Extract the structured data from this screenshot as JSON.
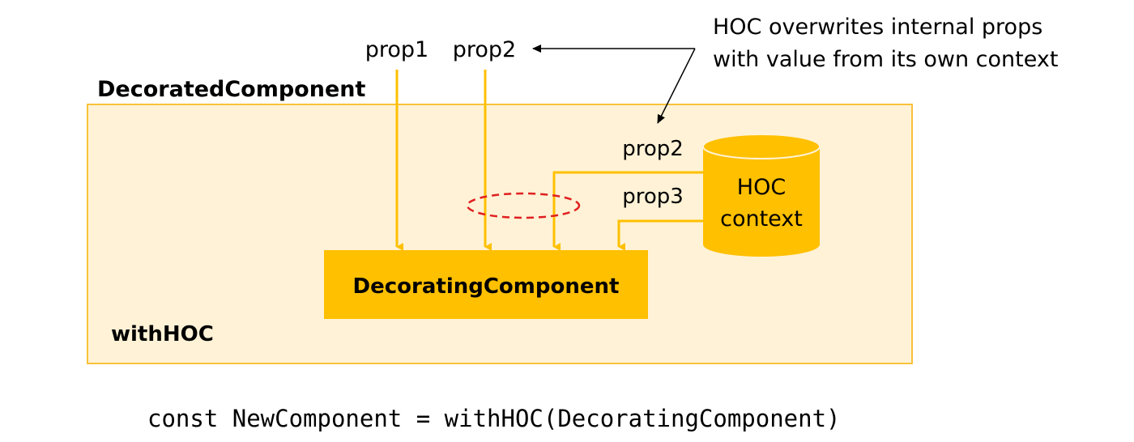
{
  "diagram": {
    "outer_title": "DecoratedComponent",
    "hoc_label": "withHOC",
    "inner_component": "DecoratingComponent",
    "external_props": [
      "prop1",
      "prop2"
    ],
    "context_props": [
      "prop2",
      "prop3"
    ],
    "context_label": [
      "HOC",
      "context"
    ],
    "annotation": [
      "HOC overwrites internal props",
      "with value from its own context"
    ],
    "code": "const NewComponent = withHOC(DecoratingComponent)"
  },
  "colors": {
    "outer_fill": "#FFF2D6",
    "outer_border": "#F8C23A",
    "accent": "#FFC000",
    "arrow": "#FFC000",
    "callout_arrow": "#000000",
    "conflict_marker": "#E02020"
  }
}
